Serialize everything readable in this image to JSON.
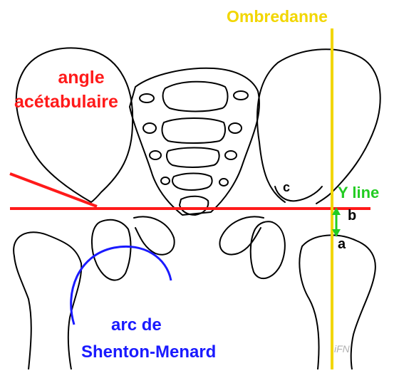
{
  "labels": {
    "ombredanne": "Ombredanne",
    "angle_line1": "angle",
    "angle_line2": "acétabulaire",
    "y_line": "Y line",
    "c": "c",
    "b": "b",
    "a": "a",
    "arc_line1": "arc de",
    "arc_line2": "Shenton-Menard",
    "watermark": "iFN"
  },
  "colors": {
    "outline": "#000000",
    "red": "#ff1a1a",
    "yellow": "#f2d600",
    "green": "#22cc22",
    "blue": "#1a1aff",
    "watermark": "#b0b0b0"
  }
}
